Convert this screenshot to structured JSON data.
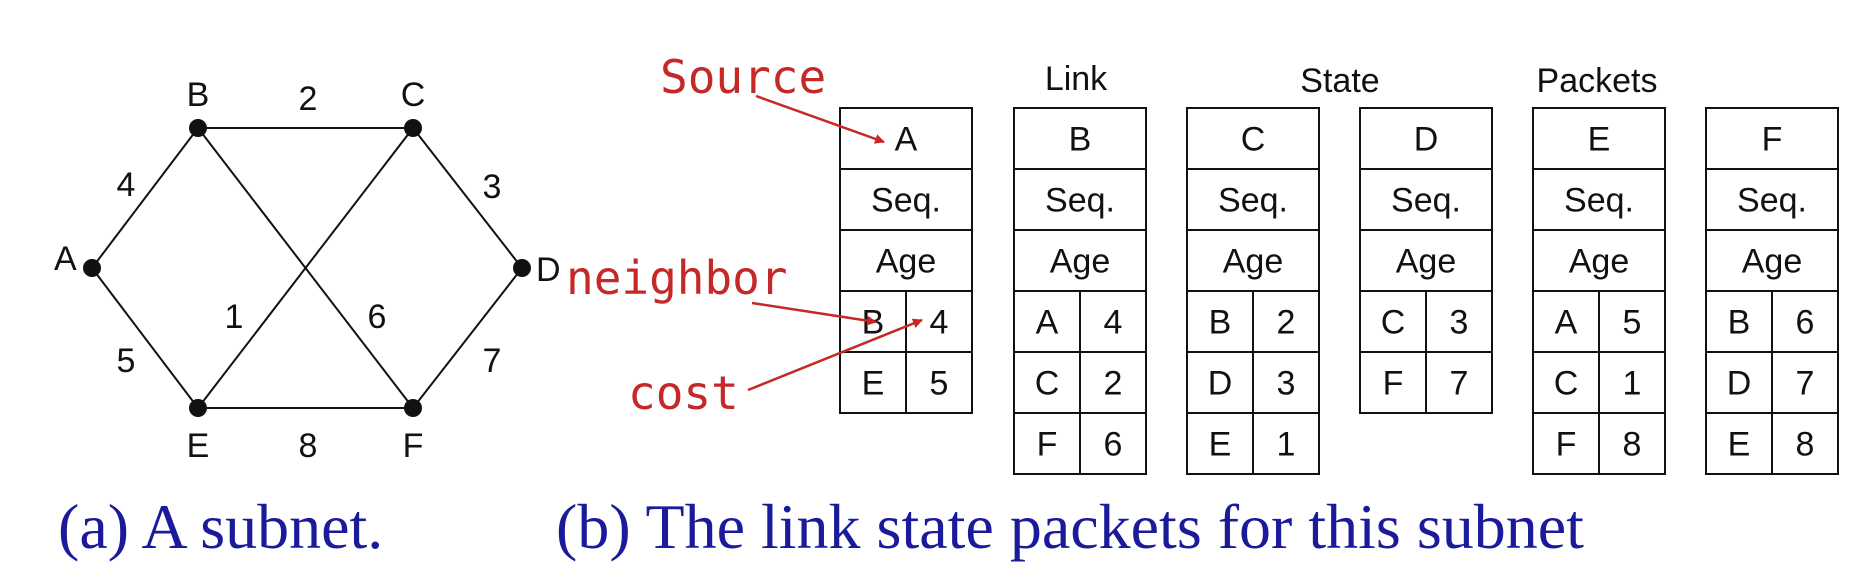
{
  "subnet": {
    "nodes": [
      {
        "name": "A"
      },
      {
        "name": "B"
      },
      {
        "name": "C"
      },
      {
        "name": "D"
      },
      {
        "name": "E"
      },
      {
        "name": "F"
      }
    ],
    "edges": [
      {
        "from": "A",
        "to": "B",
        "cost": "4"
      },
      {
        "from": "B",
        "to": "C",
        "cost": "2"
      },
      {
        "from": "C",
        "to": "D",
        "cost": "3"
      },
      {
        "from": "A",
        "to": "E",
        "cost": "5"
      },
      {
        "from": "E",
        "to": "C",
        "cost": "1"
      },
      {
        "from": "B",
        "to": "F",
        "cost": "6"
      },
      {
        "from": "D",
        "to": "F",
        "cost": "7"
      },
      {
        "from": "E",
        "to": "F",
        "cost": "8"
      }
    ]
  },
  "header_words": {
    "link": "Link",
    "state": "State",
    "packets": "Packets"
  },
  "packet_rows": {
    "seq": "Seq.",
    "age": "Age"
  },
  "packets": [
    {
      "source": "A",
      "entries": [
        [
          "B",
          "4"
        ],
        [
          "E",
          "5"
        ]
      ]
    },
    {
      "source": "B",
      "entries": [
        [
          "A",
          "4"
        ],
        [
          "C",
          "2"
        ],
        [
          "F",
          "6"
        ]
      ]
    },
    {
      "source": "C",
      "entries": [
        [
          "B",
          "2"
        ],
        [
          "D",
          "3"
        ],
        [
          "E",
          "1"
        ]
      ]
    },
    {
      "source": "D",
      "entries": [
        [
          "C",
          "3"
        ],
        [
          "F",
          "7"
        ]
      ]
    },
    {
      "source": "E",
      "entries": [
        [
          "A",
          "5"
        ],
        [
          "C",
          "1"
        ],
        [
          "F",
          "8"
        ]
      ]
    },
    {
      "source": "F",
      "entries": [
        [
          "B",
          "6"
        ],
        [
          "D",
          "7"
        ],
        [
          "E",
          "8"
        ]
      ]
    }
  ],
  "annotations": {
    "source": "Source",
    "neighbor": "neighbor",
    "cost": "cost"
  },
  "captions": {
    "a": "(a) A subnet.",
    "b": "(b) The link state packets for this subnet"
  },
  "colors": {
    "annotation": "#c62828",
    "caption": "#1a1a9a",
    "line": "#111111"
  }
}
